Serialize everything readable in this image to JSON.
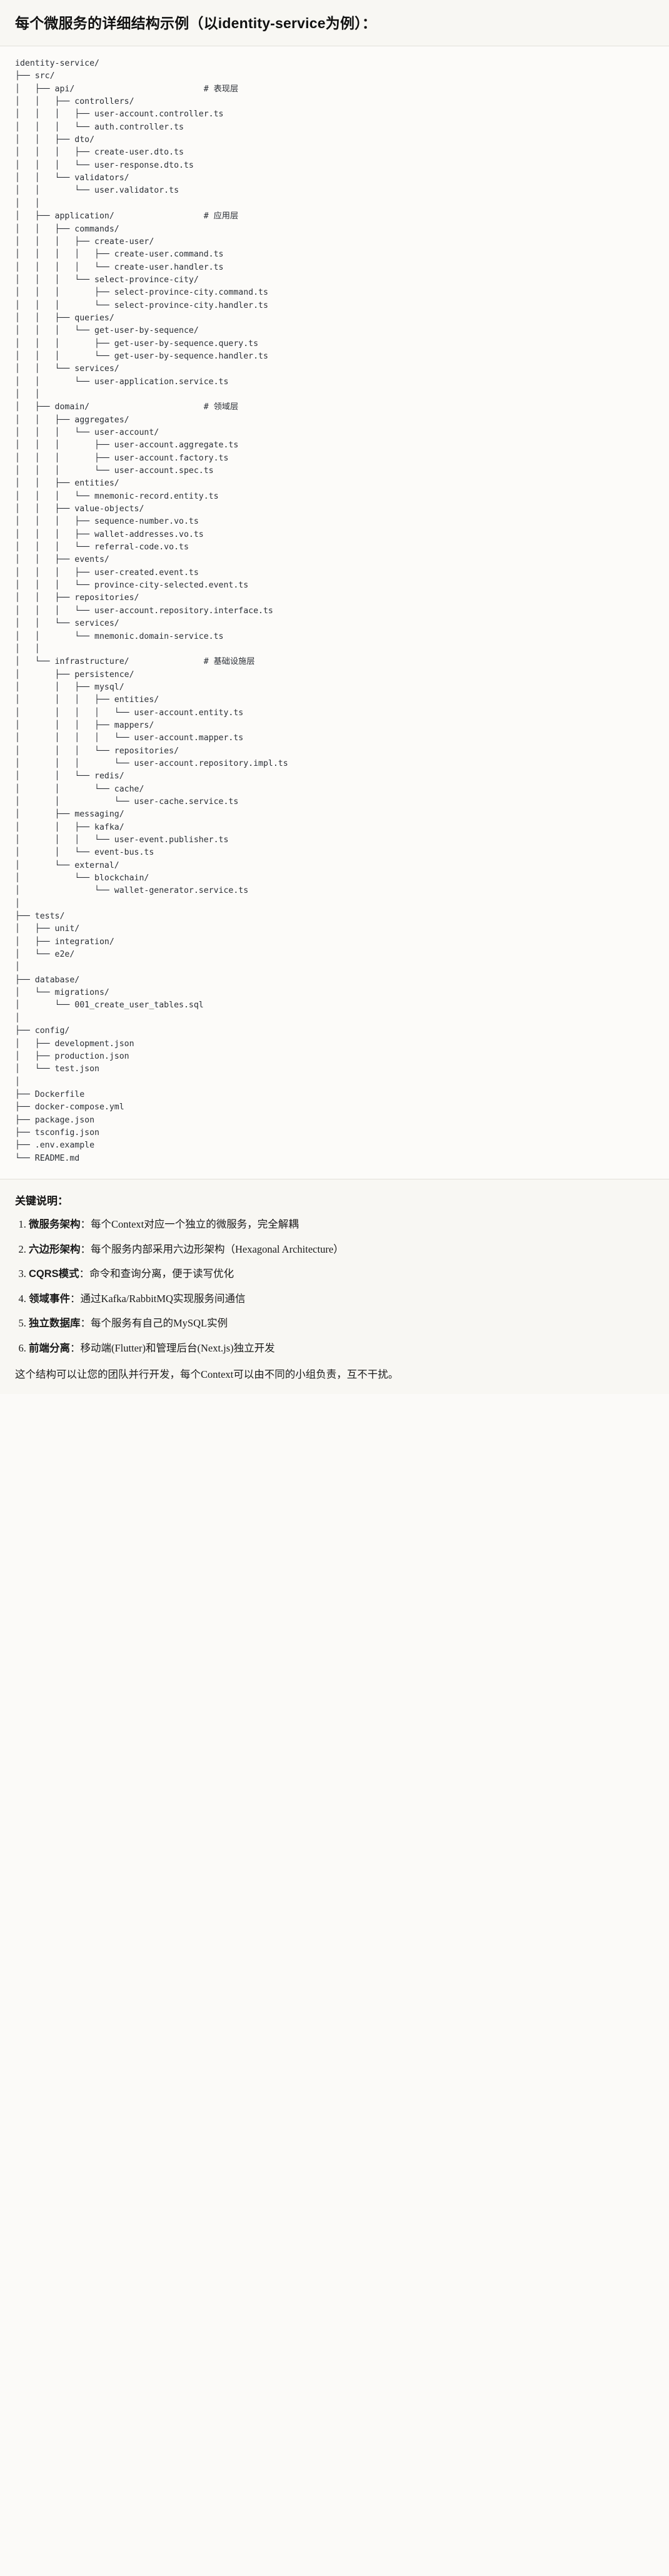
{
  "header": {
    "title": "每个微服务的详细结构示例（以identity-service为例）："
  },
  "tree": {
    "root": "identity-service/",
    "text": "identity-service/\n├── src/\n│   ├── api/                          # 表现层\n│   │   ├── controllers/\n│   │   │   ├── user-account.controller.ts\n│   │   │   └── auth.controller.ts\n│   │   ├── dto/\n│   │   │   ├── create-user.dto.ts\n│   │   │   └── user-response.dto.ts\n│   │   └── validators/\n│   │       └── user.validator.ts\n│   │\n│   ├── application/                  # 应用层\n│   │   ├── commands/\n│   │   │   ├── create-user/\n│   │   │   │   ├── create-user.command.ts\n│   │   │   │   └── create-user.handler.ts\n│   │   │   └── select-province-city/\n│   │   │       ├── select-province-city.command.ts\n│   │   │       └── select-province-city.handler.ts\n│   │   ├── queries/\n│   │   │   └── get-user-by-sequence/\n│   │   │       ├── get-user-by-sequence.query.ts\n│   │   │       └── get-user-by-sequence.handler.ts\n│   │   └── services/\n│   │       └── user-application.service.ts\n│   │\n│   ├── domain/                       # 领域层\n│   │   ├── aggregates/\n│   │   │   └── user-account/\n│   │   │       ├── user-account.aggregate.ts\n│   │   │       ├── user-account.factory.ts\n│   │   │       └── user-account.spec.ts\n│   │   ├── entities/\n│   │   │   └── mnemonic-record.entity.ts\n│   │   ├── value-objects/\n│   │   │   ├── sequence-number.vo.ts\n│   │   │   ├── wallet-addresses.vo.ts\n│   │   │   └── referral-code.vo.ts\n│   │   ├── events/\n│   │   │   ├── user-created.event.ts\n│   │   │   └── province-city-selected.event.ts\n│   │   ├── repositories/\n│   │   │   └── user-account.repository.interface.ts\n│   │   └── services/\n│   │       └── mnemonic.domain-service.ts\n│   │\n│   └── infrastructure/               # 基础设施层\n│       ├── persistence/\n│       │   ├── mysql/\n│       │   │   ├── entities/\n│       │   │   │   └── user-account.entity.ts\n│       │   │   ├── mappers/\n│       │   │   │   └── user-account.mapper.ts\n│       │   │   └── repositories/\n│       │   │       └── user-account.repository.impl.ts\n│       │   └── redis/\n│       │       └── cache/\n│       │           └── user-cache.service.ts\n│       ├── messaging/\n│       │   ├── kafka/\n│       │   │   └── user-event.publisher.ts\n│       │   └── event-bus.ts\n│       └── external/\n│           └── blockchain/\n│               └── wallet-generator.service.ts\n│\n├── tests/\n│   ├── unit/\n│   ├── integration/\n│   └── e2e/\n│\n├── database/\n│   └── migrations/\n│       └── 001_create_user_tables.sql\n│\n├── config/\n│   ├── development.json\n│   ├── production.json\n│   └── test.json\n│\n├── Dockerfile\n├── docker-compose.yml\n├── package.json\n├── tsconfig.json\n├── .env.example\n└── README.md",
    "layer_comments": [
      "# 表现层",
      "# 应用层",
      "# 领域层",
      "# 基础设施层"
    ]
  },
  "notes": {
    "heading": "关键说明：",
    "items": [
      {
        "key": "微服务架构",
        "sep": "：",
        "value": "每个Context对应一个独立的微服务，完全解耦"
      },
      {
        "key": "六边形架构",
        "sep": "：",
        "value": "每个服务内部采用六边形架构（Hexagonal Architecture）"
      },
      {
        "key": "CQRS模式",
        "sep": "：",
        "value": "命令和查询分离，便于读写优化"
      },
      {
        "key": "领域事件",
        "sep": "：",
        "value": "通过Kafka/RabbitMQ实现服务间通信"
      },
      {
        "key": "独立数据库",
        "sep": "：",
        "value": "每个服务有自己的MySQL实例"
      },
      {
        "key": "前端分离",
        "sep": "：",
        "value": "移动端(Flutter)和管理后台(Next.js)独立开发"
      }
    ],
    "closing": "这个结构可以让您的团队并行开发，每个Context可以由不同的小组负责，互不干扰。"
  }
}
